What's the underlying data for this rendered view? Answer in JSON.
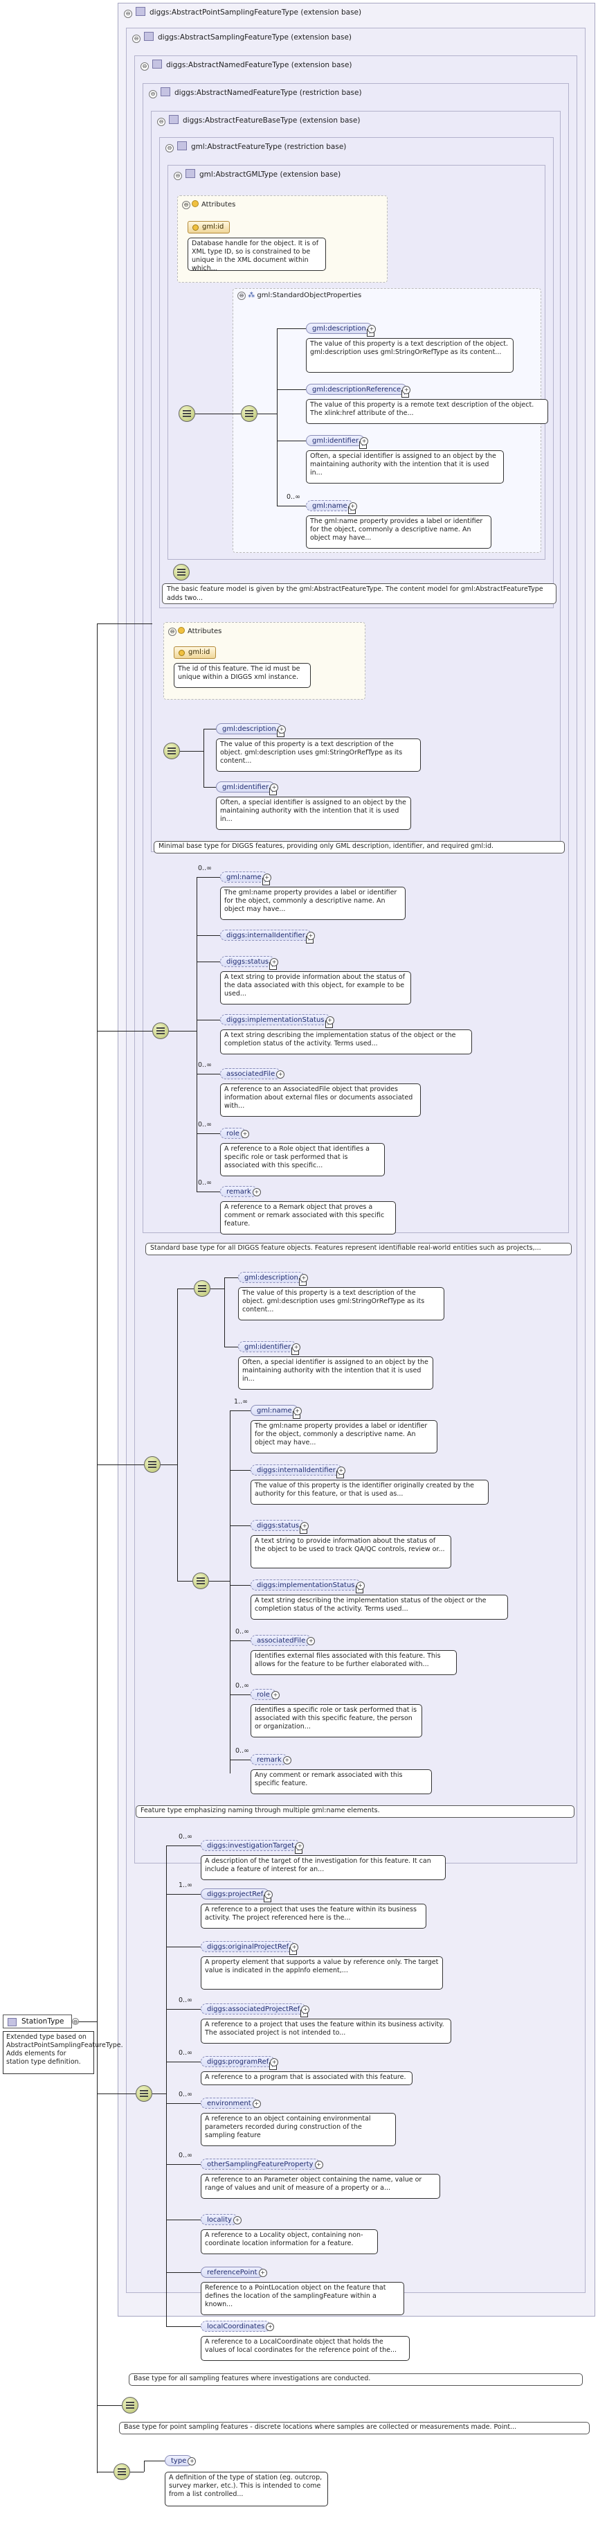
{
  "root": {
    "name": "StationType",
    "description": "Extended type based on AbstractPointSamplingFeatureType. Adds elements for station type definition."
  },
  "extensions": [
    {
      "title": "diggs:AbstractPointSamplingFeatureType (extension base)"
    },
    {
      "title": "diggs:AbstractSamplingFeatureType (extension base)"
    },
    {
      "title": "diggs:AbstractNamedFeatureType (extension base)"
    },
    {
      "title": "diggs:AbstractNamedFeatureType (restriction base)"
    },
    {
      "title": "diggs:AbstractFeatureBaseType (extension base)"
    },
    {
      "title": "gml:AbstractFeatureType (restriction base)"
    },
    {
      "title": "gml:AbstractGMLType (extension base)"
    }
  ],
  "gml_type": {
    "attributes_label": "Attributes",
    "attr_name": "gml:id",
    "attr_desc": "Database handle for the object. It is of XML type ID, so is constrained to be unique in the XML document within which...",
    "group_name": "gml:StandardObjectProperties",
    "elements": [
      {
        "name": "gml:description",
        "desc": "The value of this property is a text description of the object. gml:description uses gml:StringOrRefType as its content..."
      },
      {
        "name": "gml:descriptionReference",
        "desc": "The value of this property is a remote text description of the object. The xlink:href attribute of the..."
      },
      {
        "name": "gml:identifier",
        "desc": "Often, a special identifier is assigned to an object by the maintaining authority with the intention that it is used in..."
      },
      {
        "name": "gml:name",
        "mult": "0..∞",
        "desc": "The gml:name property provides a label or identifier for the object, commonly a descriptive name. An object may have..."
      }
    ]
  },
  "feature_type_note": "The basic feature model is given by the gml:AbstractFeatureType. The content model for gml:AbstractFeatureType adds two...",
  "feature_base": {
    "attributes_label": "Attributes",
    "attr_name": "gml:id",
    "attr_desc": "The id of this feature. The id must be unique within a DIGGS xml instance.",
    "elements": [
      {
        "name": "gml:description",
        "desc": "The value of this property is a text description of the object. gml:description uses gml:StringOrRefType as its content..."
      },
      {
        "name": "gml:identifier",
        "desc": "Often, a special identifier is assigned to an object by the maintaining authority with the intention that it is used in..."
      }
    ]
  },
  "feature_base_note": "Minimal base type for DIGGS features, providing only GML description, identifier, and required gml:id.",
  "named_restriction": {
    "elements": [
      {
        "name": "gml:name",
        "mult": "0..∞",
        "desc": "The gml:name property provides a label or identifier for the object, commonly a descriptive name. An object may have..."
      },
      {
        "name": "diggs:internalIdentifier",
        "desc": ""
      },
      {
        "name": "diggs:status",
        "desc": "A text string to provide information about the status of the data associated with this object, for example to be used..."
      },
      {
        "name": "diggs:implementationStatus",
        "desc": "A text string describing the implementation status of the object or the completion status of the activity. Terms used..."
      },
      {
        "name": "associatedFile",
        "mult": "0..∞",
        "desc": "A reference to an AssociatedFile object that provides information about external files or documents associated with..."
      },
      {
        "name": "role",
        "mult": "0..∞",
        "desc": "A reference to a Role object that identifies a specific role or task performed that is associated with this specific..."
      },
      {
        "name": "remark",
        "mult": "0..∞",
        "desc": "A reference to a Remark object that proves a comment or remark associated with this specific feature."
      }
    ]
  },
  "named_restriction_note": "Standard base type for all DIGGS feature objects. Features represent identifiable real-world entities such as projects,...",
  "named_extension": {
    "first": [
      {
        "name": "gml:description",
        "desc": "The value of this property is a text description of the object. gml:description uses gml:StringOrRefType as its content..."
      },
      {
        "name": "gml:identifier",
        "desc": "Often, a special identifier is assigned to an object by the maintaining authority with the intention that it is used in..."
      }
    ],
    "second": [
      {
        "name": "gml:name",
        "mult": "1..∞",
        "desc": "The gml:name property provides a label or identifier for the object, commonly a descriptive name. An object may have..."
      },
      {
        "name": "diggs:internalIdentifier",
        "desc": "The value of this property is the identifier originally created by the authority for this feature, or that is used as..."
      },
      {
        "name": "diggs:status",
        "desc": "A text string to provide information about the status of the object to be used to track QA/QC controls, review or..."
      },
      {
        "name": "diggs:implementationStatus",
        "desc": "A text string describing the implementation status of the object or the completion status of the activity. Terms used..."
      },
      {
        "name": "associatedFile",
        "mult": "0..∞",
        "desc": "Identifies external files associated with this feature. This allows for the feature to be further elaborated with..."
      },
      {
        "name": "role",
        "mult": "0..∞",
        "desc": "Identifies a specific role or task performed that is associated with this specific feature, the person or organization..."
      },
      {
        "name": "remark",
        "mult": "0..∞",
        "desc": "Any comment or remark associated with this specific feature."
      }
    ]
  },
  "named_extension_note": "Feature type emphasizing naming through multiple gml:name elements.",
  "sampling": {
    "elements": [
      {
        "name": "diggs:investigationTarget",
        "mult": "0..∞",
        "desc": "A description of the target of the investigation for this feature. It can include a feature of interest for an..."
      },
      {
        "name": "diggs:projectRef",
        "mult": "1..∞",
        "desc": "A reference to a project that uses the feature within its business activity. The project referenced here is the..."
      },
      {
        "name": "diggs:originalProjectRef",
        "desc": "A property element that supports a value by reference only. The target value is indicated in the applnfo element,..."
      },
      {
        "name": "diggs:associatedProjectRef",
        "mult": "0..∞",
        "desc": "A reference to a project that uses the feature within its business activity. The associated project is not intended to..."
      },
      {
        "name": "diggs:programRef",
        "mult": "0..∞",
        "desc": "A reference to a program that is associated with this feature."
      },
      {
        "name": "environment",
        "mult": "0..∞",
        "desc": "A reference to an object containing environmental parameters recorded during construction of the sampling feature"
      },
      {
        "name": "otherSamplingFeatureProperty",
        "mult": "0..∞",
        "desc": "A reference to an Parameter object containing the name, value or range of values and unit of measure of a property or a..."
      },
      {
        "name": "locality",
        "desc": "A reference to a Locality object, containing non-coordinate location information for a feature."
      },
      {
        "name": "referencePoint",
        "desc": "Reference to a PointLocation object on the feature that defines the location of the samplingFeature within a known..."
      },
      {
        "name": "localCoordinates",
        "desc": "A reference to a LocalCoordinate object that holds the values of local coordinates for the reference point of the..."
      }
    ]
  },
  "sampling_note": "Base type for all sampling features where investigations are conducted.",
  "point_note": "Base type for point sampling features - discrete locations where samples are collected or measurements made. Point...",
  "station": {
    "elements": [
      {
        "name": "type",
        "desc": "A definition of the type of station (eg. outcrop, survey marker, etc.). This is intended to come from a list controlled..."
      }
    ]
  }
}
